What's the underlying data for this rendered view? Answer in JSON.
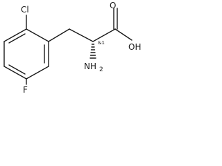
{
  "molecule": {
    "atoms": {
      "chlorine": "Cl",
      "fluorine": "F",
      "hydroxyl": "OH",
      "carbonyl_oxygen": "O",
      "amine": "NH",
      "amine_subscript": "2"
    },
    "stereo_descriptor": "&1"
  },
  "colors": {
    "ink": "#1a1a1a",
    "background": "#ffffff"
  }
}
